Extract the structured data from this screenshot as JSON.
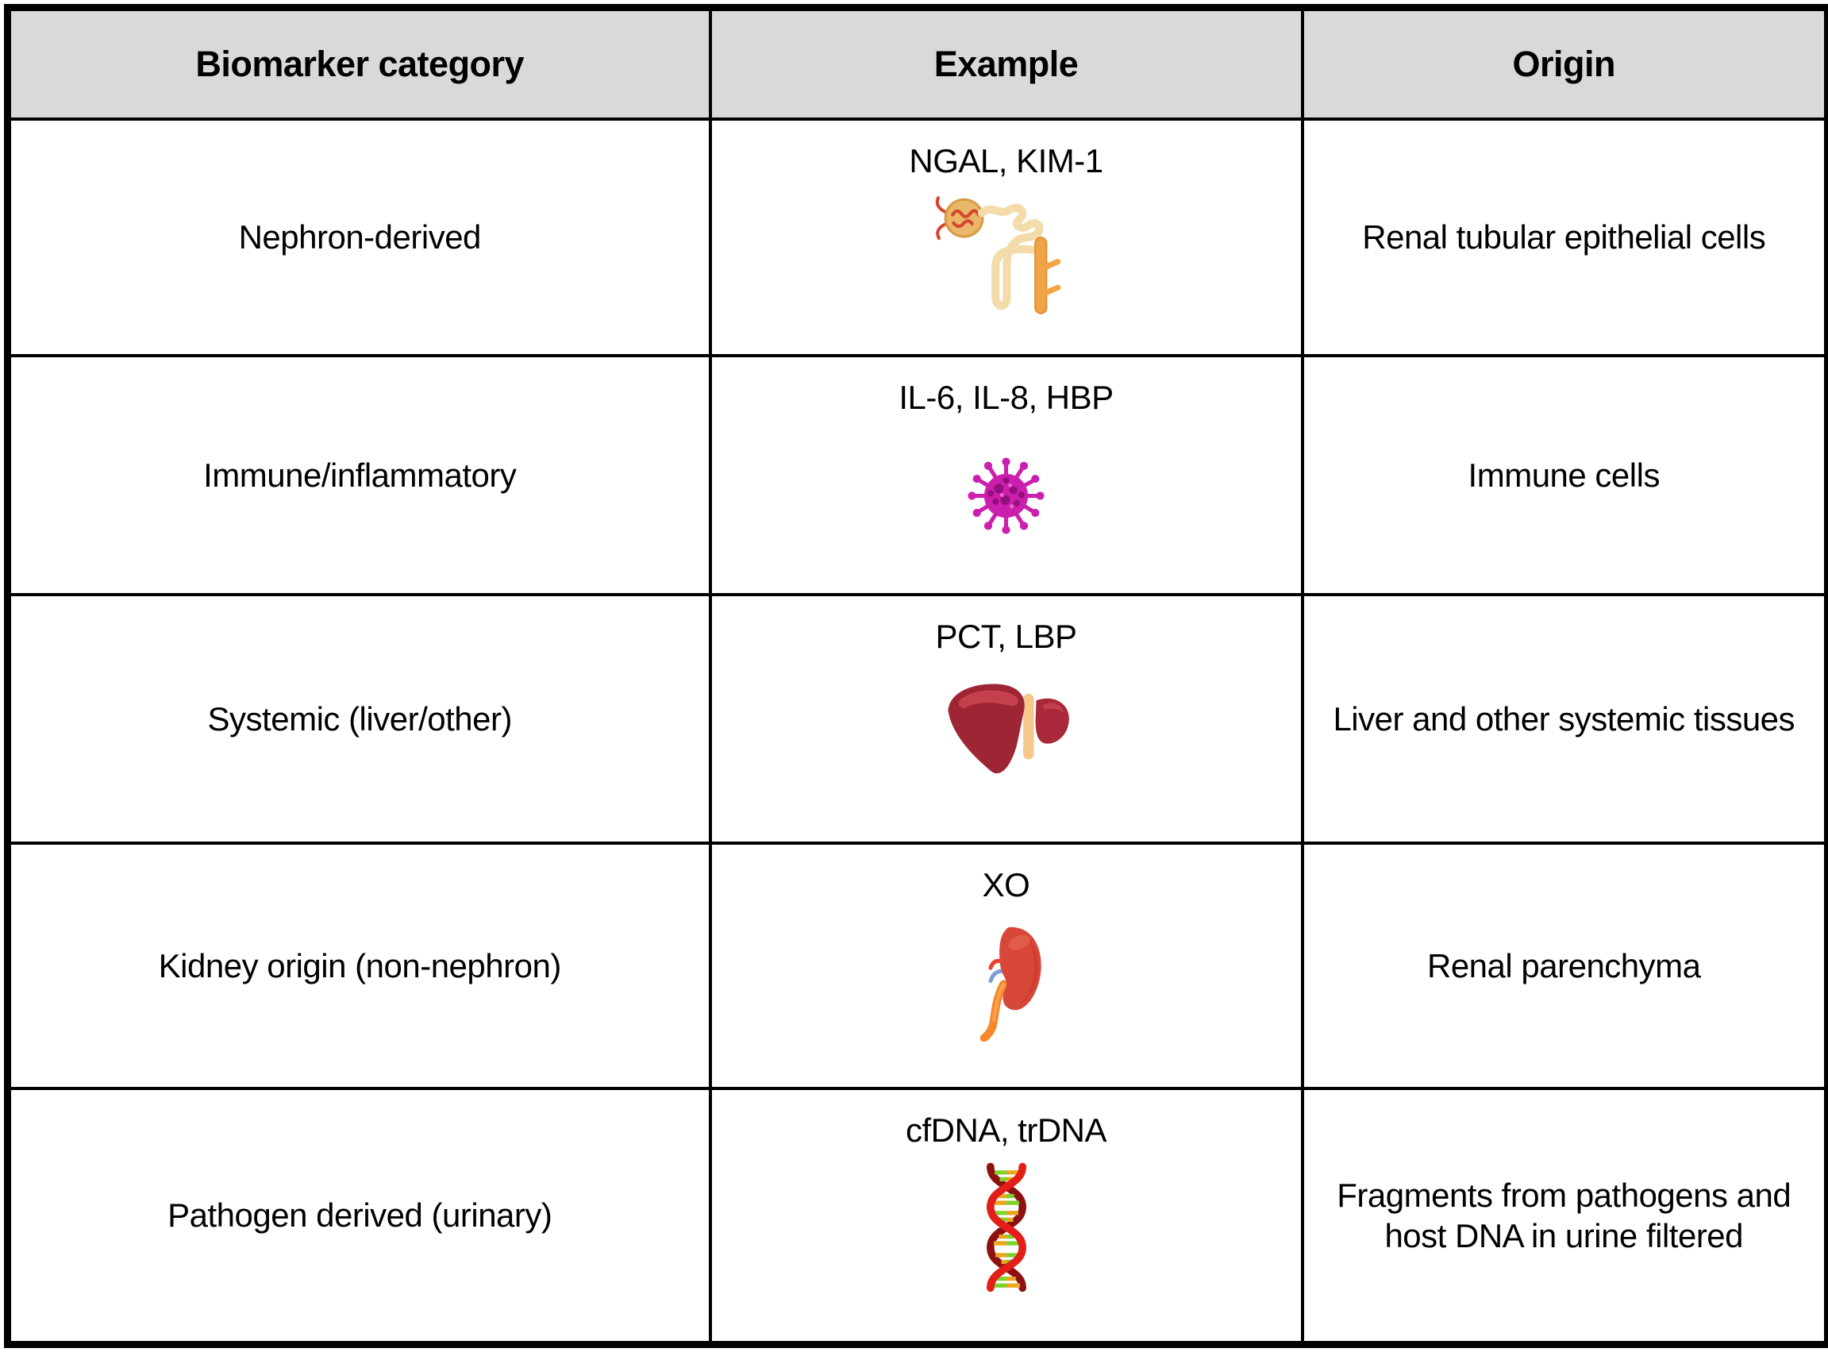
{
  "table": {
    "headers": {
      "category": "Biomarker category",
      "example": "Example",
      "origin": "Origin"
    },
    "rows": [
      {
        "category": "Nephron-derived",
        "example": "NGAL, KIM-1",
        "icon": "nephron-icon",
        "origin": "Renal tubular epithelial cells"
      },
      {
        "category": "Immune/inflammatory",
        "example": "IL-6, IL-8, HBP",
        "icon": "virus-icon",
        "origin": "Immune cells"
      },
      {
        "category": "Systemic (liver/other)",
        "example": "PCT, LBP",
        "icon": "liver-icon",
        "origin": "Liver and other systemic tissues"
      },
      {
        "category": "Kidney origin (non-nephron)",
        "example": "XO",
        "icon": "kidney-icon",
        "origin": "Renal parenchyma"
      },
      {
        "category": "Pathogen derived (urinary)",
        "example": "cfDNA, trDNA",
        "icon": "dna-icon",
        "origin": "Fragments from pathogens and host DNA in urine filtered"
      }
    ],
    "colors": {
      "header_bg": "#d9d9d9",
      "border": "#000000",
      "cell_bg": "#ffffff",
      "nephron_tubule": "#f4dcaa",
      "nephron_duct": "#f1a445",
      "virus_magenta": "#cb1fad",
      "liver_red": "#9e2533",
      "kidney_red": "#d8483a",
      "ureter_orange": "#f6882b",
      "dna_red": "#e31e19",
      "dna_green": "#7cd32a",
      "dna_orange": "#e9a71d"
    }
  }
}
